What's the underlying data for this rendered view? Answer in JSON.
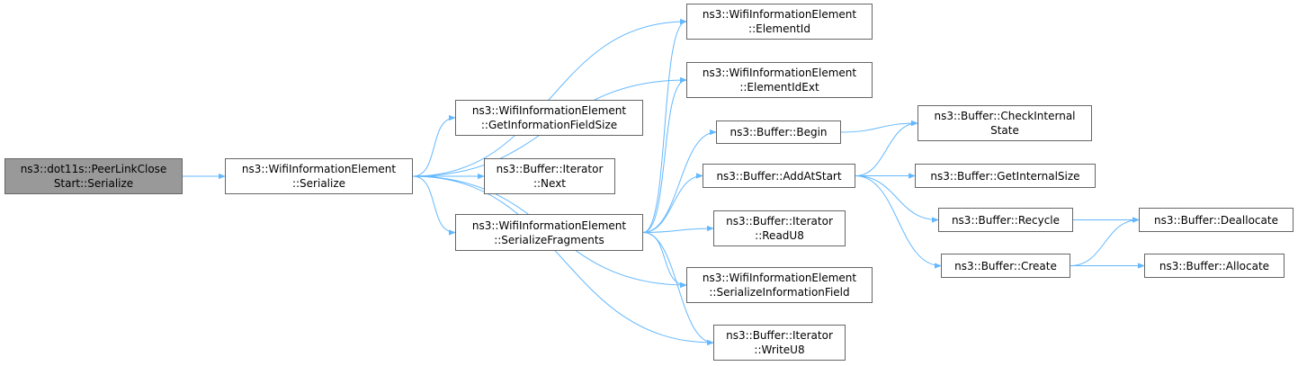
{
  "edge_color": "#63b8ff",
  "root_fill": "#999999",
  "nodes": {
    "peerlinkclose": {
      "line1": "ns3::dot11s::PeerLinkClose",
      "line2": "Start::Serialize"
    },
    "wie_serialize": {
      "line1": "ns3::WifiInformationElement",
      "line2": "::Serialize"
    },
    "elementid": {
      "line1": "ns3::WifiInformationElement",
      "line2": "::ElementId"
    },
    "elementidext": {
      "line1": "ns3::WifiInformationElement",
      "line2": "::ElementIdExt"
    },
    "getinfofieldsize": {
      "line1": "ns3::WifiInformationElement",
      "line2": "::GetInformationFieldSize"
    },
    "iter_next": {
      "line1": "ns3::Buffer::Iterator",
      "line2": "::Next"
    },
    "serializefragments": {
      "line1": "ns3::WifiInformationElement",
      "line2": "::SerializeFragments"
    },
    "buffer_begin": {
      "line1": "ns3::Buffer::Begin",
      "line2": ""
    },
    "buffer_addatstart": {
      "line1": "ns3::Buffer::AddAtStart",
      "line2": ""
    },
    "iter_readu8": {
      "line1": "ns3::Buffer::Iterator",
      "line2": "::ReadU8"
    },
    "serializeinfofield": {
      "line1": "ns3::WifiInformationElement",
      "line2": "::SerializeInformationField"
    },
    "iter_writeu8": {
      "line1": "ns3::Buffer::Iterator",
      "line2": "::WriteU8"
    },
    "checkinternalstate": {
      "line1": "ns3::Buffer::CheckInternal",
      "line2": "State"
    },
    "getinternalsize": {
      "line1": "ns3::Buffer::GetInternalSize",
      "line2": ""
    },
    "recycle": {
      "line1": "ns3::Buffer::Recycle",
      "line2": ""
    },
    "create": {
      "line1": "ns3::Buffer::Create",
      "line2": ""
    },
    "deallocate": {
      "line1": "ns3::Buffer::Deallocate",
      "line2": ""
    },
    "allocate": {
      "line1": "ns3::Buffer::Allocate",
      "line2": ""
    }
  },
  "edges": [
    [
      "peerlinkclose",
      "wie_serialize"
    ],
    [
      "wie_serialize",
      "elementid"
    ],
    [
      "wie_serialize",
      "elementidext"
    ],
    [
      "wie_serialize",
      "getinfofieldsize"
    ],
    [
      "wie_serialize",
      "iter_next"
    ],
    [
      "wie_serialize",
      "serializefragments"
    ],
    [
      "wie_serialize",
      "serializeinfofield"
    ],
    [
      "wie_serialize",
      "iter_writeu8"
    ],
    [
      "serializefragments",
      "elementid"
    ],
    [
      "serializefragments",
      "elementidext"
    ],
    [
      "serializefragments",
      "buffer_begin"
    ],
    [
      "serializefragments",
      "buffer_addatstart"
    ],
    [
      "serializefragments",
      "iter_readu8"
    ],
    [
      "serializefragments",
      "serializeinfofield"
    ],
    [
      "serializefragments",
      "iter_writeu8"
    ],
    [
      "buffer_begin",
      "checkinternalstate"
    ],
    [
      "buffer_addatstart",
      "checkinternalstate"
    ],
    [
      "buffer_addatstart",
      "getinternalsize"
    ],
    [
      "buffer_addatstart",
      "recycle"
    ],
    [
      "buffer_addatstart",
      "create"
    ],
    [
      "recycle",
      "deallocate"
    ],
    [
      "create",
      "deallocate"
    ],
    [
      "create",
      "allocate"
    ]
  ]
}
